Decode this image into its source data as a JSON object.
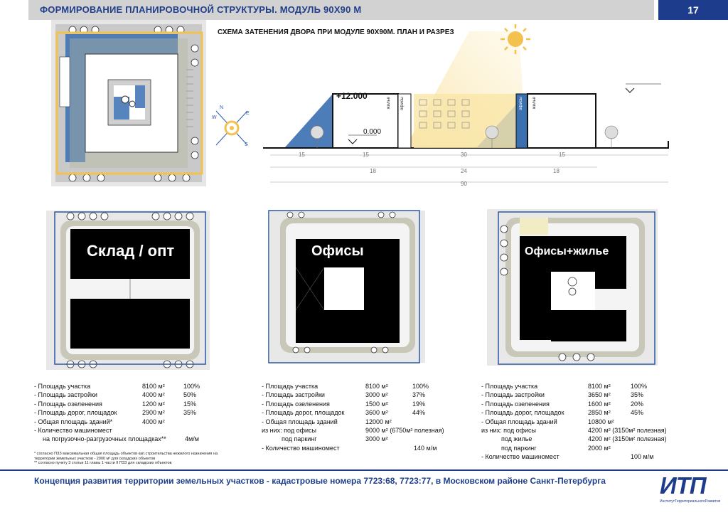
{
  "header": {
    "title": "ФОРМИРОВАНИЕ ПЛАНИРОВОЧНОЙ СТРУКТУРЫ. МОДУЛЬ 90Х90 М",
    "page_number": "17"
  },
  "section": {
    "title": "СХЕМА ЗАТЕНЕНИЯ ДВОРА ПРИ МОДУЛЕ 90Х90М. ПЛАН И РАЗРЕЗ",
    "level_top": "+12.000",
    "level_zero": "0.000",
    "labels": [
      "жильё",
      "офисы",
      "офисы",
      "жильё"
    ],
    "dims_top": [
      "15",
      "15",
      "30",
      "15"
    ],
    "dims_mid": [
      "18",
      "24",
      "18"
    ],
    "dims_total": "90",
    "compass": {
      "n": "N",
      "e": "E",
      "s": "S",
      "w": "W"
    }
  },
  "plans": [
    {
      "label": "Склад / опт"
    },
    {
      "label": "Офисы"
    },
    {
      "label": "Офисы+жилье"
    }
  ],
  "stats": [
    {
      "rows": [
        {
          "name": "- Площадь участка",
          "value": "8100 м²",
          "pct": "100%"
        },
        {
          "name": "- Площадь застройки",
          "value": "4000 м²",
          "pct": "50%"
        },
        {
          "name": "- Площадь озеленения",
          "value": "1200 м²",
          "pct": "15%"
        },
        {
          "name": "- Площадь дорог, площадок",
          "value": "2900 м²",
          "pct": "35%"
        },
        {
          "name": "- Общая площадь зданий*",
          "value": "4000 м²",
          "pct": ""
        },
        {
          "name": "- Количество машиномест",
          "value": "",
          "pct": ""
        },
        {
          "name": "на погрузочно-разгрузочных площадках**",
          "value": "",
          "pct": "4м/м"
        }
      ],
      "notes": [
        "* согласно ПЗЗ максимальная общая площадь объектов кап.строительства нежилого назначения на",
        "территории земельных участков - 2000 м² для складских объектов",
        "** согласно пункту 3 статьи 11 главы 1 части II ПЗЗ для складских объектов"
      ]
    },
    {
      "rows": [
        {
          "name": "- Площадь участка",
          "value": "8100 м²",
          "pct": "100%"
        },
        {
          "name": "- Площадь застройки",
          "value": "3000 м²",
          "pct": "37%"
        },
        {
          "name": "- Площадь озеленения",
          "value": "1500 м²",
          "pct": "19%"
        },
        {
          "name": "- Площадь дорог, площадок",
          "value": "3600 м²",
          "pct": "44%"
        },
        {
          "name": "- Общая площадь зданий",
          "value": "12000 м²",
          "pct": ""
        },
        {
          "name": "из них: под офисы",
          "value": "9000 м² (6750м² полезная)",
          "pct": ""
        },
        {
          "name": "под паркинг",
          "value": "3000 м²",
          "pct": ""
        },
        {
          "name": "- Количество машиномест",
          "value": "",
          "pct": "140 м/м"
        }
      ]
    },
    {
      "rows": [
        {
          "name": "- Площадь участка",
          "value": "8100 м²",
          "pct": "100%"
        },
        {
          "name": "- Площадь застройки",
          "value": "3650 м²",
          "pct": "35%"
        },
        {
          "name": "- Площадь озеленения",
          "value": "1600 м²",
          "pct": "20%"
        },
        {
          "name": "- Площадь дорог, площадок",
          "value": "2850 м²",
          "pct": "45%"
        },
        {
          "name": "- Общая площадь зданий",
          "value": "10800 м²",
          "pct": ""
        },
        {
          "name": "из них: под офисы",
          "value": "4200 м² (3150м² полезная)",
          "pct": ""
        },
        {
          "name": "под жилье",
          "value": "4200 м² (3150м² полезная)",
          "pct": ""
        },
        {
          "name": "под паркинг",
          "value": "2000 м²",
          "pct": ""
        },
        {
          "name": "- Количество машиномест",
          "value": "",
          "pct": "100 м/м"
        }
      ]
    }
  ],
  "footer": {
    "text": "Концепция развития территории земельных участков - кадастровые номера 7723:68, 7723:77, в Московском районе  Санкт-Петербурга",
    "logo": "ИТП",
    "logo_sub": "ИнститутТерриториальногоРазвития"
  },
  "colors": {
    "accent": "#1e3c8c",
    "shade": "#3a6fb0",
    "yellow": "#f2c14e",
    "gray": "#d2d2d2"
  }
}
